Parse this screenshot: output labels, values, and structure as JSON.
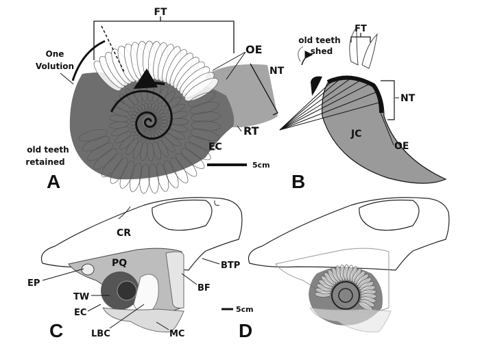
{
  "panels": {
    "a": {
      "letter": "A",
      "ft": "FT",
      "one_volution": [
        "One",
        "Volution"
      ],
      "oe": "OE",
      "nt": "NT",
      "rt": "RT",
      "ec": "EC",
      "old_teeth": [
        "old teeth",
        "retained"
      ],
      "scale": "5cm"
    },
    "b": {
      "letter": "B",
      "ft": "FT",
      "old_teeth": [
        "old teeth",
        "shed"
      ],
      "nt": "NT",
      "jc": "JC",
      "oe": "OE"
    },
    "c": {
      "letter": "C",
      "cr": "CR",
      "pq": "PQ",
      "btp": "BTP",
      "ep": "EP",
      "bf": "BF",
      "tw": "TW",
      "ec": "EC",
      "lbc": "LBC",
      "mc": "MC",
      "scale": "5cm"
    },
    "d": {
      "letter": "D"
    }
  },
  "colors": {
    "dark_gray": "#6e6e6e",
    "mid_gray": "#9a9a9a",
    "light_gray": "#c8c8c8",
    "black": "#111111"
  }
}
